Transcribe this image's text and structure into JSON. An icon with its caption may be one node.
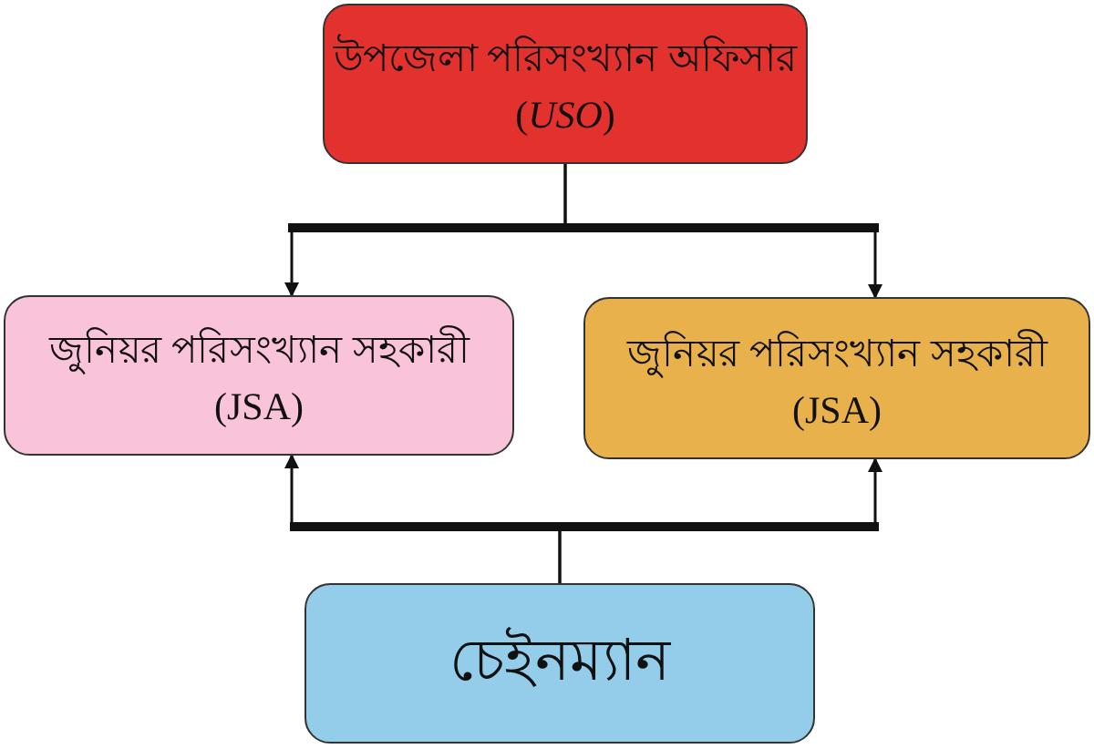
{
  "diagram": {
    "nodes": [
      {
        "text": [
          "উপজেলা পরিসংখ্যান অফিসার (*USO*)"
        ]
      },
      {
        "text": [
          "জুনিয়র পরিসংখ্যান সহকারী (JSA)"
        ]
      },
      {
        "text": [
          "জুনিয়র পরিসংখ্যান সহকারী (JSA)"
        ]
      },
      {
        "text": [
          "চেইনম্যান"
        ]
      }
    ],
    "edges": [
      {
        "from": 0,
        "to": 1,
        "arrow": "to"
      },
      {
        "from": 0,
        "to": 2,
        "arrow": "to"
      },
      {
        "from": 3,
        "to": 1,
        "arrow": "to"
      },
      {
        "from": 3,
        "to": 2,
        "arrow": "to"
      }
    ]
  }
}
